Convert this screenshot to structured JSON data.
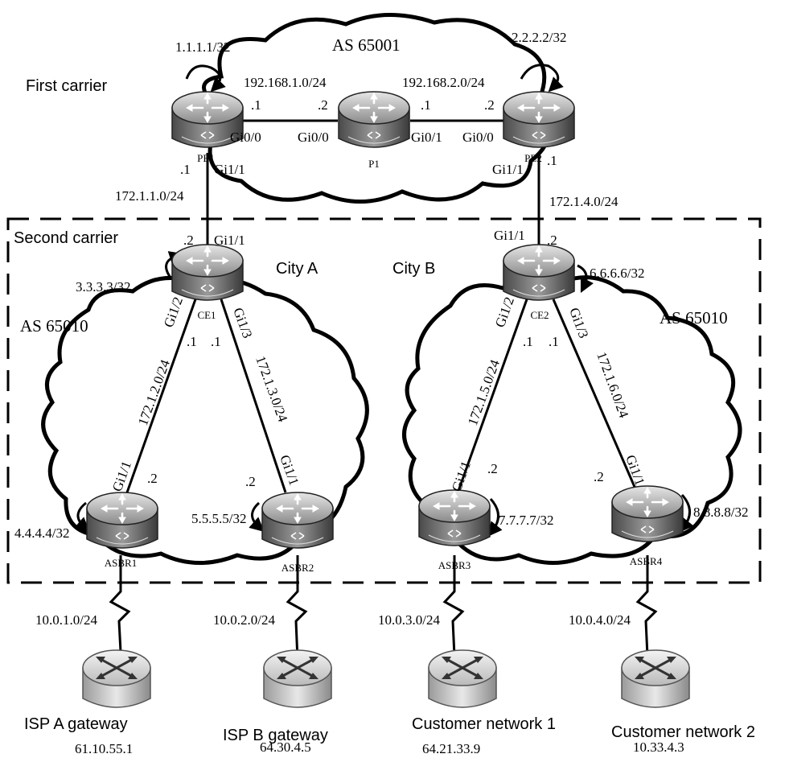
{
  "labels": {
    "first_carrier": "First carrier",
    "second_carrier": "Second carrier",
    "as_top": "AS 65001",
    "as_left": "AS 65010",
    "as_right": "AS 65010",
    "city_a": "City A",
    "city_b": "City B"
  },
  "routers": {
    "pe1": {
      "name": "PE1",
      "loopback": "1.1.1.1/32"
    },
    "p1": {
      "name": "P1"
    },
    "pe2": {
      "name": "PE2",
      "loopback": "2.2.2.2/32"
    },
    "ce1": {
      "name": "CE1",
      "loopback": "3.3.3.3/32"
    },
    "ce2": {
      "name": "CE2",
      "loopback": "6.6.6.6/32"
    },
    "asbr1": {
      "name": "ASBR1",
      "loopback": "4.4.4.4/32"
    },
    "asbr2": {
      "name": "ASBR2",
      "loopback": "5.5.5.5/32"
    },
    "asbr3": {
      "name": "ASBR3",
      "loopback": "7.7.7.7/32"
    },
    "asbr4": {
      "name": "ASBR4",
      "loopback": "8.8.8.8/32"
    }
  },
  "links": {
    "pe1_p1": {
      "subnet": "192.168.1.0/24",
      "a_host": ".1",
      "b_host": ".2",
      "a_if": "Gi0/0",
      "b_if": "Gi0/0"
    },
    "p1_pe2": {
      "subnet": "192.168.2.0/24",
      "a_host": ".1",
      "b_host": ".2",
      "a_if": "Gi0/1",
      "b_if": "Gi0/0"
    },
    "pe1_ce1": {
      "subnet": "172.1.1.0/24",
      "a_host": ".1",
      "b_host": ".2",
      "a_if": "Gi1/1",
      "b_if": "Gi1/1"
    },
    "pe2_ce2": {
      "subnet": "172.1.4.0/24",
      "a_host": ".1",
      "b_host": ".2",
      "a_if": "Gi1/1",
      "b_if": "Gi1/1"
    },
    "ce1_asbr1": {
      "subnet": "172.1.2.0/24",
      "a_host": ".1",
      "b_host": ".2",
      "a_if": "Gi1/2",
      "b_if": "Gi1/1"
    },
    "ce1_asbr2": {
      "subnet": "172.1.3.0/24",
      "a_host": ".1",
      "b_host": ".2",
      "a_if": "Gi1/3",
      "b_if": "Gi1/1"
    },
    "ce2_asbr3": {
      "subnet": "172.1.5.0/24",
      "a_host": ".1",
      "b_host": ".2",
      "a_if": "Gi1/2",
      "b_if": "Gi1/1"
    },
    "ce2_asbr4": {
      "subnet": "172.1.6.0/24",
      "a_host": ".1",
      "b_host": ".2",
      "a_if": "Gi1/3",
      "b_if": "Gi1/1"
    }
  },
  "wan": {
    "asbr1": {
      "subnet": "10.0.1.0/24"
    },
    "asbr2": {
      "subnet": "10.0.2.0/24"
    },
    "asbr3": {
      "subnet": "10.0.3.0/24"
    },
    "asbr4": {
      "subnet": "10.0.4.0/24"
    }
  },
  "endpoints": {
    "isp_a": {
      "name": "ISP A gateway",
      "ip": "61.10.55.1"
    },
    "isp_b": {
      "name": "ISP B gateway",
      "ip": "64.30.4.5"
    },
    "cust1": {
      "name": "Customer network 1",
      "ip": "64.21.33.9"
    },
    "cust2": {
      "name": "Customer network 2",
      "ip": "10.33.4.3"
    }
  }
}
